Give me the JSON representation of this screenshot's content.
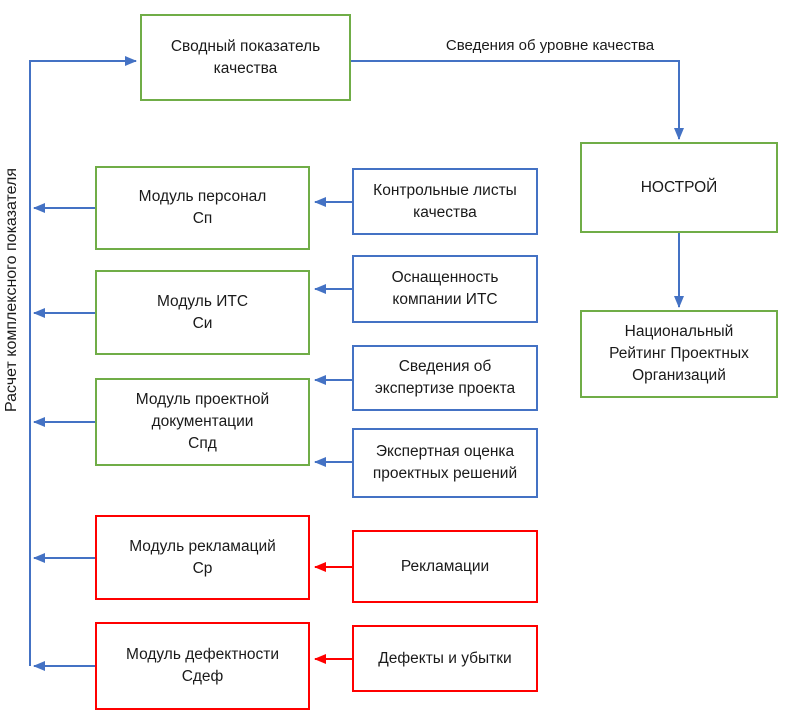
{
  "colors": {
    "green_border": "#70AD47",
    "blue_border": "#4472C4",
    "red_border": "#FF0000",
    "arrow_blue": "#4472C4",
    "arrow_red": "#FF0000"
  },
  "left_axis_label": "Расчет комплексного показателя",
  "top": {
    "summary_box": "Сводный показатель качества",
    "edge_label": "Сведения об уровне качества"
  },
  "right": {
    "nostroy": "НОСТРОЙ",
    "rating": "Национальный Рейтинг Проектных Организаций"
  },
  "modules": [
    {
      "title": "Модуль персонал",
      "symbol": "Сп",
      "color": "green"
    },
    {
      "title": "Модуль ИТС",
      "symbol": "Си",
      "color": "green"
    },
    {
      "title": "Модуль проектной документации",
      "symbol": "Спд",
      "color": "green"
    },
    {
      "title": "Модуль рекламаций",
      "symbol": "Ср",
      "color": "red"
    },
    {
      "title": "Модуль дефектности",
      "symbol": "Сдеф",
      "color": "red"
    }
  ],
  "sources": [
    {
      "label": "Контрольные листы качества",
      "color": "blue"
    },
    {
      "label": "Оснащенность компании ИТС",
      "color": "blue"
    },
    {
      "label": "Сведения об экспертизе проекта",
      "color": "blue"
    },
    {
      "label": "Экспертная оценка проектных решений",
      "color": "blue"
    },
    {
      "label": "Рекламации",
      "color": "red"
    },
    {
      "label": "Дефекты и убытки",
      "color": "red"
    }
  ]
}
